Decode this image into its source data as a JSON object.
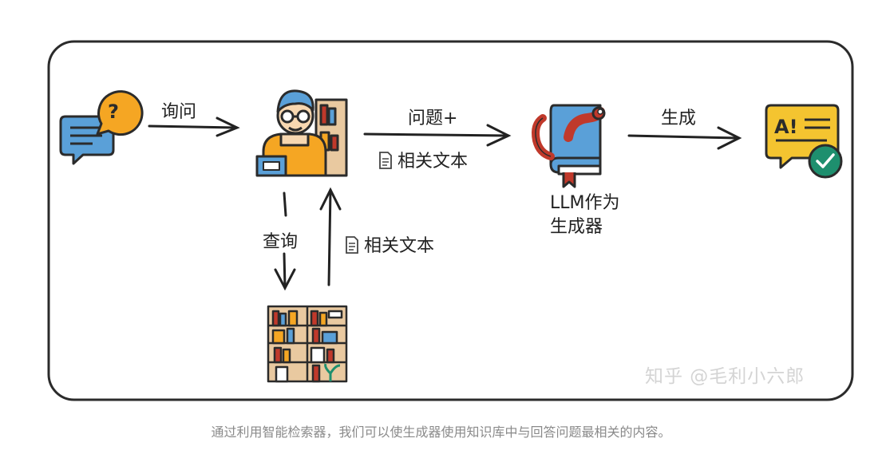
{
  "diagram": {
    "labels": {
      "ask": "询问",
      "question_plus": "问题+",
      "related_text_top": "相关文本",
      "generate": "生成",
      "llm_generator_line1": "LLM作为",
      "llm_generator_line2": "生成器",
      "query": "查询",
      "related_text_side": "相关文本"
    },
    "icons": {
      "question": "chat-question-icon",
      "person": "person-at-bookshelf-icon",
      "book": "book-with-worm-icon",
      "answer": "ai-answer-check-icon",
      "library": "bookshelf-library-icon",
      "document": "document-icon"
    },
    "colors": {
      "outline": "#2b2b2b",
      "orange": "#f5a623",
      "blue": "#5aa0d8",
      "red": "#c0392b",
      "green": "#1e8f6e",
      "yellow": "#f4c430",
      "wood": "#e9c9a0"
    }
  },
  "watermark": "知乎 @毛利小六郎",
  "caption": "通过利用智能检索器，我们可以使生成器使用知识库中与回答问题最相关的内容。"
}
